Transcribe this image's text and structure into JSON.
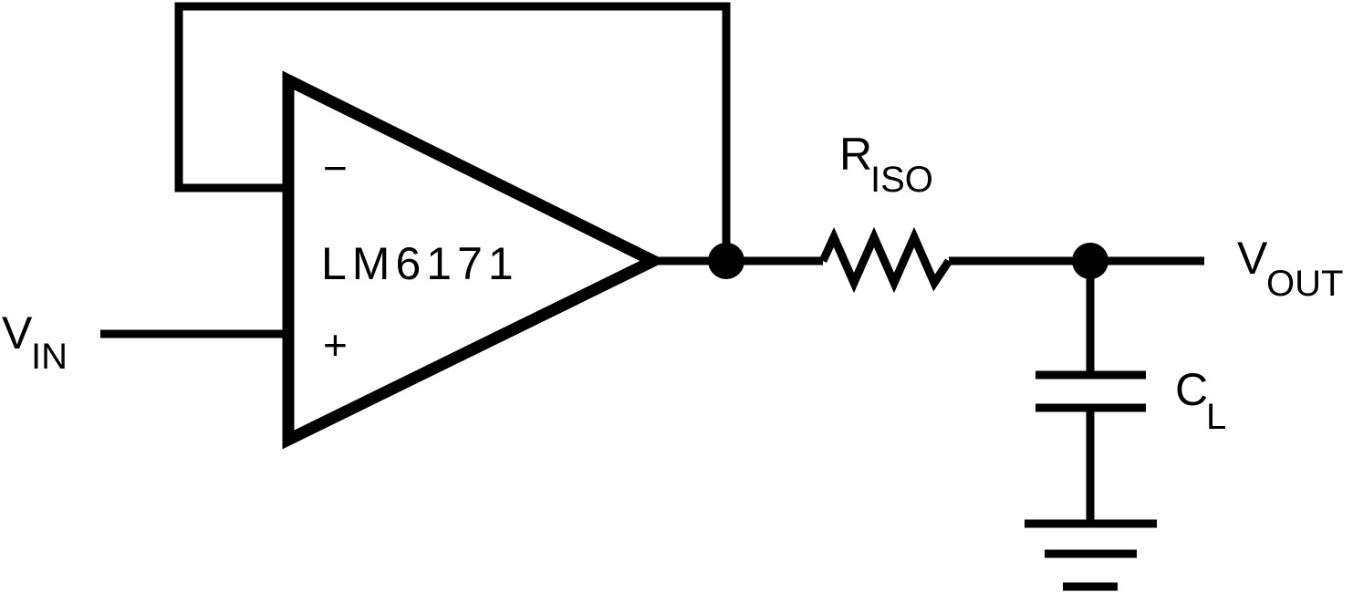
{
  "diagram": {
    "amplifier": {
      "part": "LM6171",
      "inverting_sign": "−",
      "noninverting_sign": "+"
    },
    "input": {
      "label_main": "V",
      "label_sub": "IN"
    },
    "resistor": {
      "label_main": "R",
      "label_sub": "ISO"
    },
    "capacitor": {
      "label_main": "C",
      "label_sub": "L"
    },
    "output": {
      "label_main": "V",
      "label_sub": "OUT"
    },
    "colors": {
      "ink": "#000000",
      "background": "#ffffff"
    }
  }
}
